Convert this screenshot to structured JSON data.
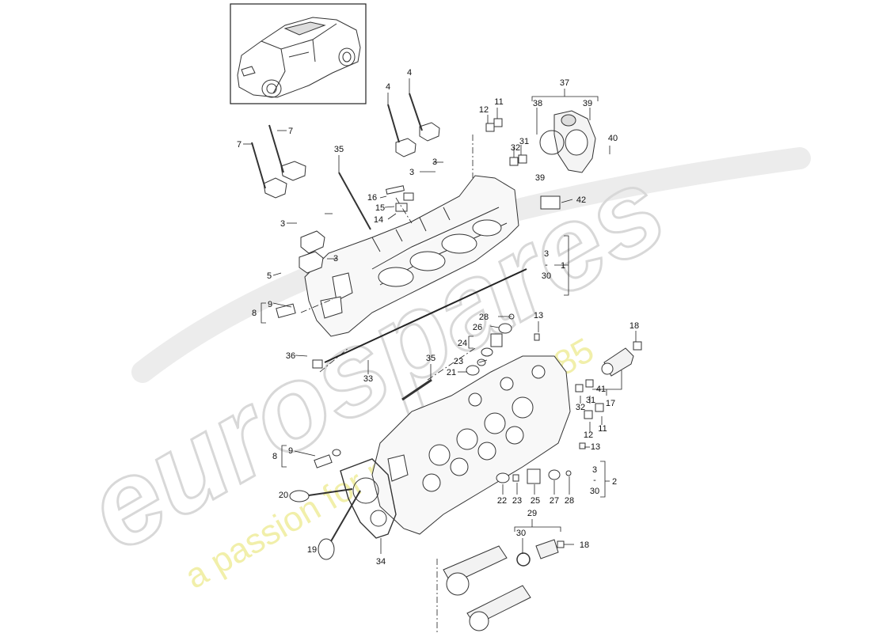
{
  "watermark": {
    "brand": "eurospares",
    "tagline": "a passion for parts since 1985",
    "brand_color": "#dcdcdc",
    "tagline_color": "#f1ef9a"
  },
  "thumbnail": {
    "icon": "car-suv-icon"
  },
  "callouts": {
    "c37": "37",
    "c38": "38",
    "c39a": "39",
    "c40": "40",
    "c39b": "39",
    "c42": "42",
    "c4a": "4",
    "c4b": "4",
    "c12a": "12",
    "c11a": "11",
    "c31a": "31",
    "c32a": "32",
    "c7a": "7",
    "c7b": "7",
    "c35a": "35",
    "c3a": "3",
    "c3b": "3",
    "c16": "16",
    "c15": "15",
    "c14": "14",
    "c3c": "3",
    "c3d": "3",
    "c5": "5",
    "c3range_top": "3",
    "c3range_dash": "-",
    "c30a": "30",
    "c1": "1",
    "c8a": "8",
    "c9a": "9",
    "c36": "36",
    "c33": "33",
    "c28a": "28",
    "c26": "26",
    "c24": "24",
    "c13a": "13",
    "c23a": "23",
    "c21": "21",
    "c35b": "35",
    "c18a": "18",
    "c32b": "32",
    "c31b": "31",
    "c41": "41",
    "c17": "17",
    "c12b": "12",
    "c11b": "11",
    "c13b": "13",
    "c8b": "8",
    "c9b": "9",
    "c20": "20",
    "c22": "22",
    "c23b": "23",
    "c25": "25",
    "c27": "27",
    "c28b": "28",
    "c3range2_top": "3",
    "c3range2_dash": "-",
    "c30b": "30",
    "c2": "2",
    "c29": "29",
    "c30c": "30",
    "c18b": "18",
    "c19": "19",
    "c34": "34"
  }
}
